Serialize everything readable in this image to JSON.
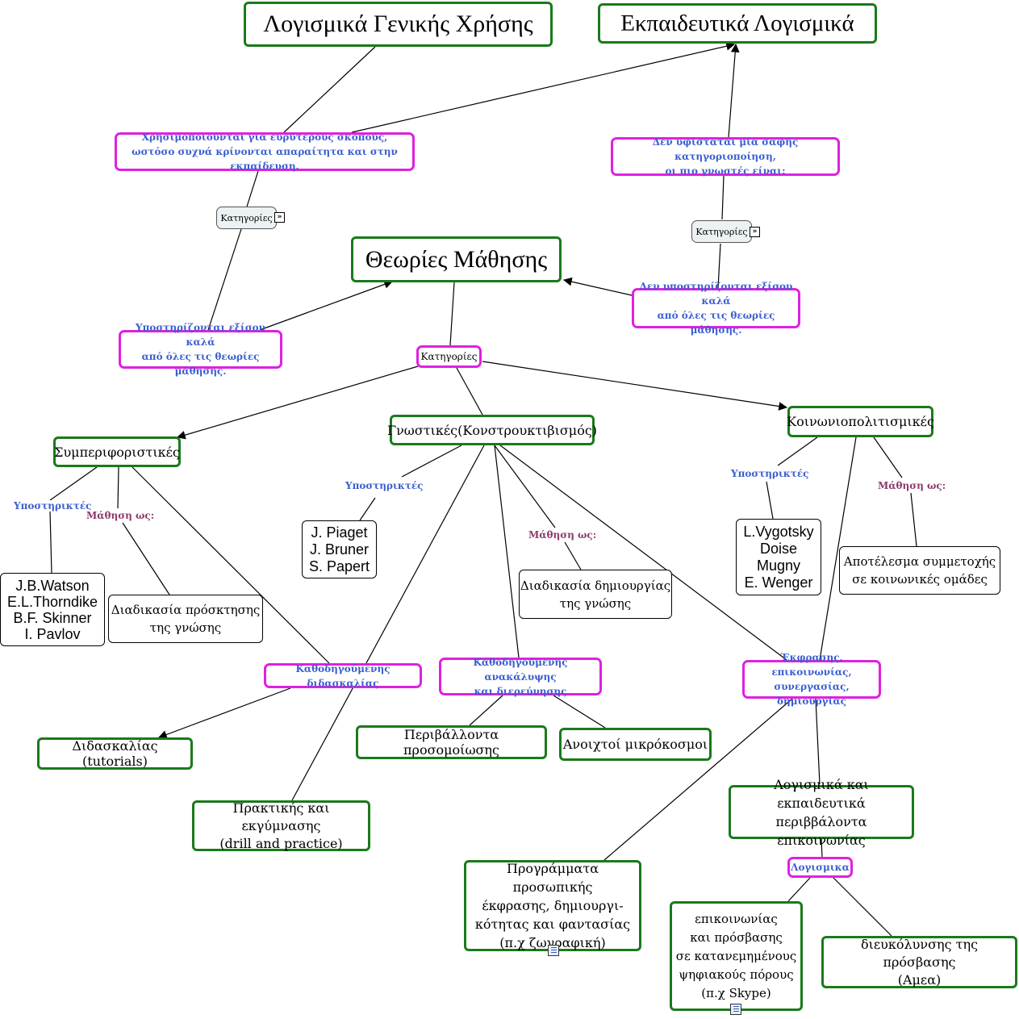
{
  "nodes": {
    "general_software": "Λογισμικά Γενικής Χρήσης",
    "educational_software": "Εκπαιδευτικά Λογισμικά",
    "used_for_broader": "Χρησιμοποιούνται για ευρύτερους σκοπούς,\nωστόσο συχνά κρίνονται απαραίτητα και στην εκπαίδευση.",
    "no_clear_classification": "Δεν υφίσταται μία σαφής κατηγοριοποίηση,\nοι πιο γνωστές είναι:",
    "categories_left": "Κατηγορίες",
    "categories_right": "Κατηγορίες",
    "learning_theories": "Θεωρίες Μάθησης",
    "supported_equally": "Υποστηρίζονται εξίσου καλά\nαπό όλες τις θεωρίες μάθησης.",
    "not_supported_equally": "Δεν υποστηρίζονται εξίσου καλά\nαπό όλες τις θεωρίες μάθησης.",
    "categories_center": "Κατηγορίες",
    "behaviorist": "Συμπεριφοριστικές",
    "cognitive": "Γνωστικές(Κονστρουκτιβισμός)",
    "sociocultural": "Κοινωνιοπολιτισμικές",
    "behaviorist_supporters": "J.B.Watson\nE.L.Thorndike\nB.F. Skinner\nI. Pavlov",
    "behaviorist_learning": "Διαδικασία πρόσκτησης\nτης γνώσης",
    "cognitive_supporters": "J. Piaget\nJ. Bruner\nS. Papert",
    "cognitive_learning": "Διαδικασία δημιουργίας\nτης γνώσης",
    "socio_supporters": "L.Vygotsky\nDoise\nMugny\nE. Wenger",
    "socio_learning": "Αποτέλεσμα συμμετοχής\nσε κοινωνικές ομάδες",
    "guided_teaching": "Καθοδηγούμενης διδασκαλίας",
    "guided_discovery": "Καθοδηγούμενης ανακάλυψης\nκαι διερεύνησης",
    "expression": "Έκφρασης, επικοινωνίας,\nσυνεργασίας, δημιουργίας",
    "tutorials": "Διδασκαλίας (tutorials)",
    "drill": "Πρακτικής και εκγύμνασης\n(drill and practice)",
    "simulation": "Περιβάλλοντα προσομοίωσης",
    "microworlds": "Ανοιχτοί μικρόκοσμοι",
    "personal_expression": "Προγράμματα προσωπικής\nέκφρασης, δημιουργι-\nκότητας και φαντασίας\n(π.χ ζωγραφική)",
    "comm_software": "Λογισμικά και εκπαιδευτικά\nπεριββάλοντα επικοινωνίας",
    "software_label": "Λογισμικα",
    "comm_access": "επικοινωνίας\nκαι πρόσβασης\nσε κατανεμημένους\nψηφιακούς πόρους\n(π.χ Skype)",
    "accessibility": "διευκόλυνσης της πρόσβασης\n(Αμεα)"
  },
  "labels": {
    "supporters_1": "Υποστηρικτές",
    "learning_as_1": "Μάθηση ως:",
    "supporters_2": "Υποστηρικτές",
    "learning_as_2": "Μάθηση ως:",
    "supporters_3": "Υποστηρικτές",
    "learning_as_3": "Μάθηση ως:"
  },
  "icons": {
    "expand_left": "expand-icon",
    "expand_right": "expand-icon",
    "doc_1": "document-icon",
    "doc_2": "document-icon"
  },
  "colors": {
    "concept_border": "#1a7a1a",
    "linking_border": "#e020e0",
    "linking_text": "#3a5fcf",
    "label_purple": "#8b3a6b"
  }
}
